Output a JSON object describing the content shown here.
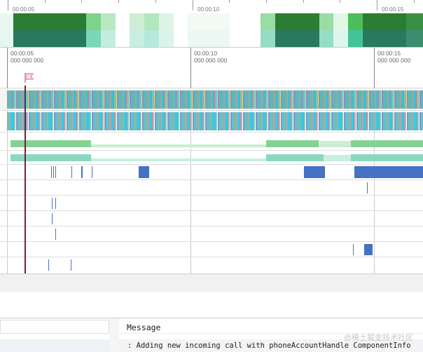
{
  "overview": {
    "time_labels": [
      "00:00:05",
      "00:00:10",
      "00:00:15"
    ],
    "colors": {
      "dark_green": "#2a7d32",
      "dark_teal": "#277a5e",
      "mid_green": "#7fd38a",
      "mid_teal": "#7ad6b8",
      "light_green": "#c8ecd0",
      "light_teal": "#c4ede0",
      "bright_green": "#4cbe5c",
      "bright_teal": "#44c39a"
    }
  },
  "ruler": {
    "marks": [
      {
        "time": "00:00:05",
        "nanos": "000 000 000"
      },
      {
        "time": "00:00:10",
        "nanos": "000 000 000"
      },
      {
        "time": "00:00:15",
        "nanos": "000 000 000"
      }
    ]
  },
  "flag": {
    "icon": "flag-icon",
    "color": "#d89aa8"
  },
  "cursor": {
    "color": "#8a1538"
  },
  "tracks": {
    "count": 12,
    "event_color": "#4472c4",
    "state_color_active": "#86d194",
    "state_color_teal": "#8ad8bf"
  },
  "log_panel": {
    "column_header": "Message",
    "rows": [
      ": Adding new incoming call with phoneAccountHandle ComponentInfo"
    ]
  },
  "watermark": "@稀土掘金技术社区"
}
